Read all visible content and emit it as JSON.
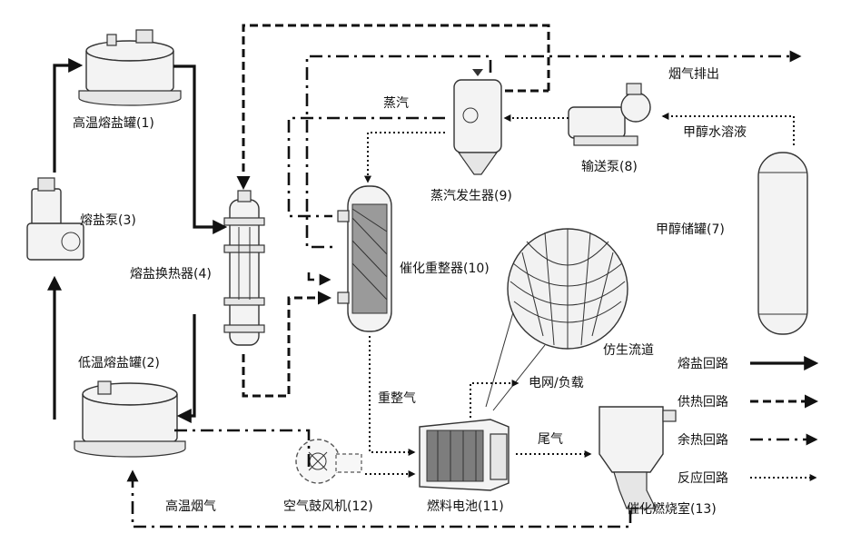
{
  "equipment": {
    "high_temp_tank": "高温熔盐罐(1)",
    "low_temp_tank": "低温熔盐罐(2)",
    "salt_pump": "熔盐泵(3)",
    "salt_heat_exchanger": "熔盐换热器(4)",
    "methanol_tank": "甲醇储罐(7)",
    "transfer_pump": "输送泵(8)",
    "steam_generator": "蒸汽发生器(9)",
    "catalytic_reformer": "催化重整器(10)",
    "fuel_cell": "燃料电池(11)",
    "air_blower": "空气鼓风机(12)",
    "catalytic_combustor": "催化燃烧室(13)"
  },
  "stream_labels": {
    "flue_gas_exhaust": "烟气排出",
    "steam": "蒸汽",
    "methanol_solution": "甲醇水溶液",
    "reformed_gas": "重整气",
    "grid_load": "电网/负载",
    "tail_gas": "尾气",
    "hot_flue_gas": "高温烟气",
    "bionic_channel": "仿生流道"
  },
  "legend": [
    {
      "label": "熔盐回路",
      "style": "solid"
    },
    {
      "label": "供热回路",
      "style": "dashed"
    },
    {
      "label": "余热回路",
      "style": "dash-dot"
    },
    {
      "label": "反应回路",
      "style": "dotted"
    }
  ]
}
